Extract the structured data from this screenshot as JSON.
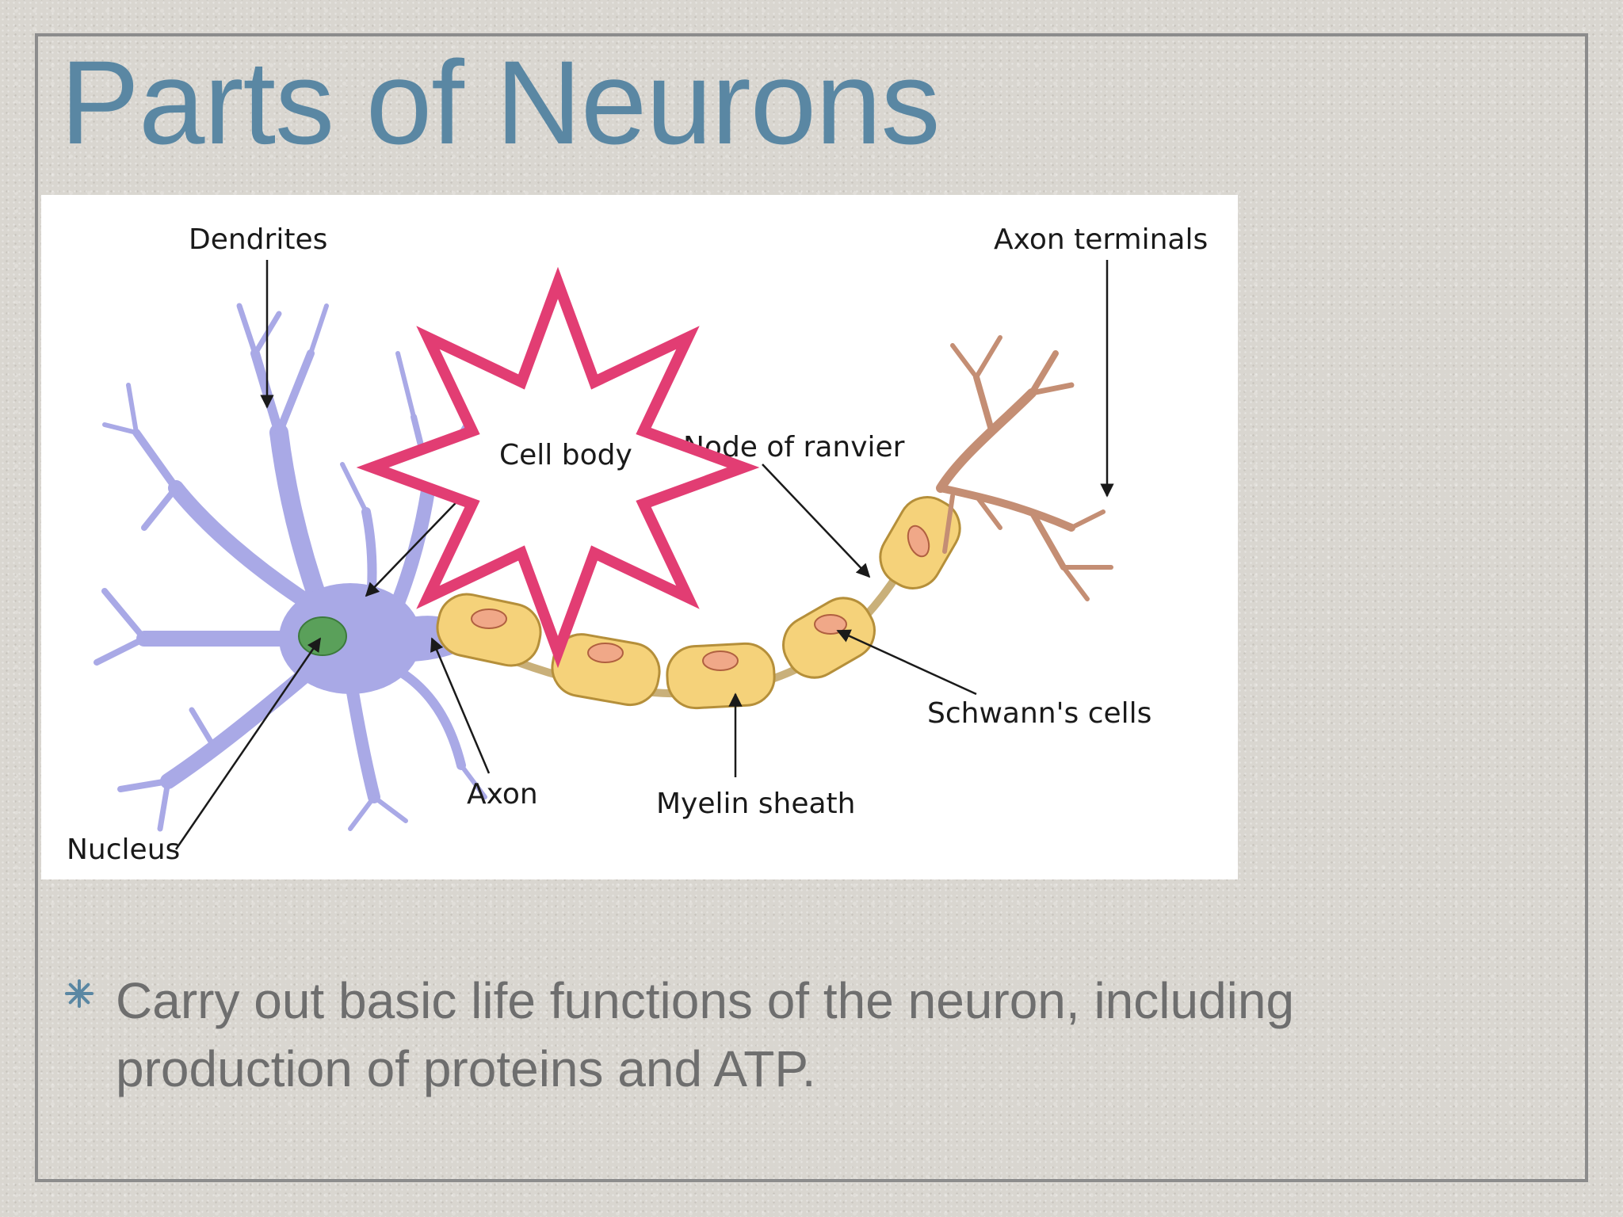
{
  "slide": {
    "title": "Parts of Neurons",
    "bullets": [
      {
        "text": "Carry out basic life functions of the neuron, including production of proteins and ATP."
      }
    ]
  },
  "figure": {
    "labels": {
      "dendrites": "Dendrites",
      "axon_terminals": "Axon terminals",
      "cell_body": "Cell body",
      "node_of_ranvier": "Node of ranvier",
      "schwanns_cells": "Schwann's cells",
      "axon": "Axon",
      "myelin_sheath": "Myelin sheath",
      "nucleus": "Nucleus"
    },
    "highlight": {
      "shape": "8-point star",
      "color": "#e23d73"
    }
  },
  "colors": {
    "title": "#5a87a3",
    "text": "#6e6e6e",
    "frame": "#8c8c8c",
    "neuron_body": "#a9a9e6",
    "nucleus": "#5aa05a",
    "myelin": "#f5d27a",
    "terminals": "#d99a7a"
  }
}
